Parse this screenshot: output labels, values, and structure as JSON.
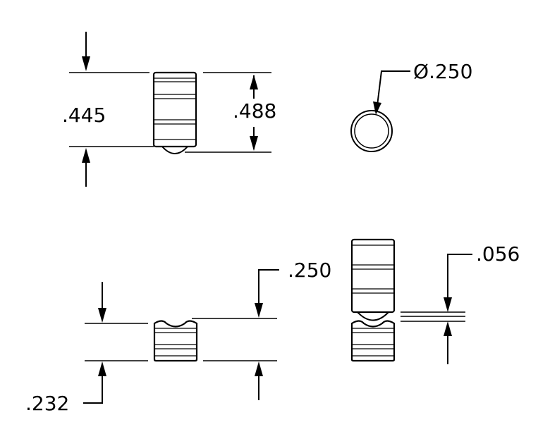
{
  "dimensions": {
    "top_left_height": ".445",
    "top_right_height": ".488",
    "diameter": "Ø.250",
    "bottom_overall_height": ".250",
    "bottom_body_height": ".232",
    "gap": ".056"
  },
  "colors": {
    "line": "#000000",
    "background": "#ffffff"
  }
}
